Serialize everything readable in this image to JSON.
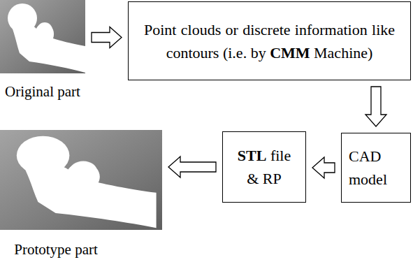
{
  "diagram": {
    "nodes": [
      {
        "text": [
          "Original part"
        ]
      },
      {
        "text": [
          "Point clouds or discrete information like contours (i.e. by CMM Machine)"
        ]
      },
      {
        "text": [
          "CAD model"
        ]
      },
      {
        "text": [
          "STL file & RP"
        ]
      },
      {
        "text": [
          "Prototype part"
        ]
      }
    ],
    "edges": [
      {
        "from": 0,
        "to": 1,
        "arrow": "to"
      },
      {
        "from": 1,
        "to": 2,
        "arrow": "to"
      },
      {
        "from": 2,
        "to": 3,
        "arrow": "to"
      },
      {
        "from": 3,
        "to": 4,
        "arrow": "to"
      }
    ]
  }
}
